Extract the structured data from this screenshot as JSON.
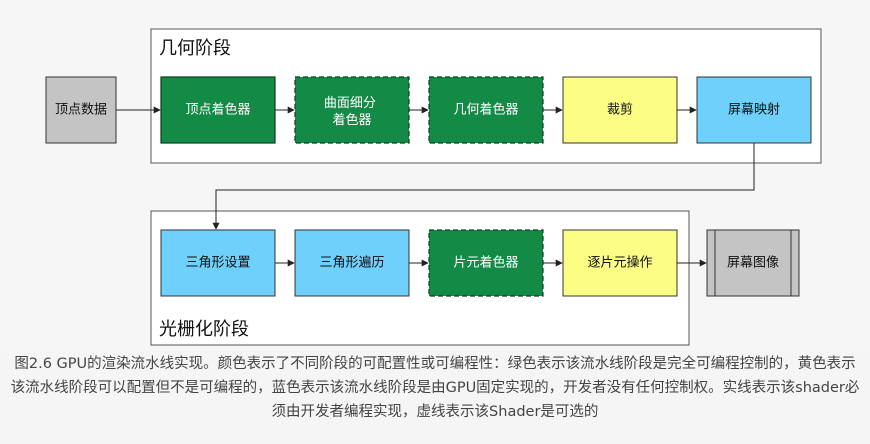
{
  "geometry_stage": {
    "title": "几何阶段",
    "steps": [
      "顶点着色器",
      "曲面细分\n着色器",
      "几何着色器",
      "裁剪",
      "屏幕映射"
    ]
  },
  "raster_stage": {
    "title": "光栅化阶段",
    "steps": [
      "三角形设置",
      "三角形遍历",
      "片元着色器",
      "逐片元操作"
    ]
  },
  "input_label": "顶点数据",
  "output_label": "屏幕图像",
  "colors": {
    "green": "#138a46",
    "yellow": "#fbfd85",
    "blue": "#6ed0fb",
    "gray": "#c4c4c4",
    "stroke": "#333333"
  },
  "caption": "图2.6 GPU的渲染流水线实现。颜色表示了不同阶段的可配置性或可编程性：绿色表示该流水线阶段是完全可编程控制的，黄色表示该流水线阶段可以配置但不是可编程的，蓝色表示该流水线阶段是由GPU固定实现的，开发者没有任何控制权。实线表示该shader必须由开发者编程实现，虚线表示该Shader是可选的"
}
